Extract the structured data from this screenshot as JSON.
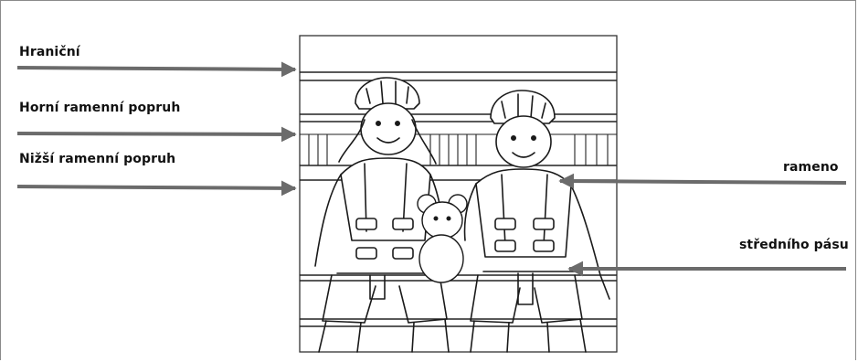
{
  "labels": {
    "top_boundary": "Hraniční",
    "upper_strap": "Horní ramenní popruh",
    "lower_strap": "Nižší ramenní popruh",
    "shoulder": "rameno",
    "hip_belt": "středního pásu"
  },
  "colors": {
    "arrow": "#6b6b6b",
    "line_art": "#1a1a1a",
    "frame": "#8a8a8a"
  }
}
